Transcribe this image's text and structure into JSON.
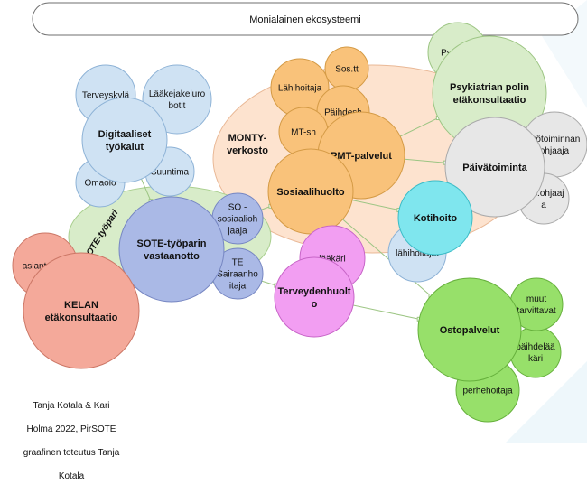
{
  "diagram": {
    "header": "Monialainen ekosysteemi",
    "groups": {
      "monty": {
        "label": [
          "MONTY-",
          "verkosto"
        ],
        "fill": "#fde3cf",
        "stroke": "#e9b896"
      },
      "sote_tyopari": {
        "label": "SOTE-työpari",
        "fill": "#d8ecc9",
        "stroke": "#a9cf8e"
      }
    },
    "nodes": {
      "terveyskyla": {
        "lines": [
          "Terveyskylä"
        ],
        "fill": "#cfe2f3"
      },
      "laakejakelurobotit": {
        "lines": [
          "Lääkejakeluro",
          "botit"
        ],
        "fill": "#cfe2f3"
      },
      "digitaaliset": {
        "lines": [
          "Digitaaliset",
          "työkalut"
        ],
        "fill": "#cfe2f3",
        "bold": true
      },
      "omaolo": {
        "lines": [
          "Omaolo"
        ],
        "fill": "#cfe2f3"
      },
      "suuntima": {
        "lines": [
          "Suuntima"
        ],
        "fill": "#cfe2f3"
      },
      "lahihoitaja": {
        "lines": [
          "Lähihoitaja"
        ],
        "fill": "#f9c27a"
      },
      "sos_tt": {
        "lines": [
          "Sos.tt"
        ],
        "fill": "#f9c27a"
      },
      "paihdesh": {
        "lines": [
          "Päihdesh"
        ],
        "fill": "#f9c27a"
      },
      "mt_sh": {
        "lines": [
          "MT-sh"
        ],
        "fill": "#f9c27a"
      },
      "pmt": {
        "lines": [
          "PMT-palvelut"
        ],
        "fill": "#f9c27a",
        "bold": true
      },
      "sosiaalihuolto": {
        "lines": [
          "Sosiaalihuolto"
        ],
        "fill": "#f9c27a",
        "bold": true
      },
      "psykiatri": {
        "lines": [
          "Psykiatri"
        ],
        "fill": "#d8ecc9"
      },
      "psyk_etakons": {
        "lines": [
          "Psykiatrian polin",
          "etäkonsultaatio"
        ],
        "fill": "#d8ecc9",
        "bold": true
      },
      "tyotoiminnan": {
        "lines": [
          "työtoiminnan",
          "ohjaaja"
        ],
        "fill": "#e7e7e7"
      },
      "paivatoiminta": {
        "lines": [
          "Päivätoiminta"
        ],
        "fill": "#e7e7e7",
        "bold": true
      },
      "sos_ohjaaja": {
        "lines": [
          "sos.ohjaaj",
          "a"
        ],
        "fill": "#e7e7e7"
      },
      "kotihoito": {
        "lines": [
          "Kotihoito"
        ],
        "fill": "#7fe6ee",
        "bold": true
      },
      "lahihoitajat": {
        "lines": [
          "lähihoitajat"
        ],
        "fill": "#cfe2f3"
      },
      "so_sosiaali": {
        "lines": [
          "SO -",
          "sosiaalioh",
          "jaaja"
        ],
        "fill": "#aab9e6"
      },
      "sote_vastaanotto": {
        "lines": [
          "SOTE-työparin",
          "vastaanotto"
        ],
        "fill": "#aab9e6",
        "bold": true
      },
      "te_sairaanhoitaja": {
        "lines": [
          "TE",
          "Sairaanho",
          "itaja"
        ],
        "fill": "#aab9e6"
      },
      "asiantuntija": {
        "lines": [
          "asiantuntija"
        ],
        "fill": "#f4a99a"
      },
      "kelan": {
        "lines": [
          "KELAN",
          "etäkonsultaatio"
        ],
        "fill": "#f4a99a",
        "bold": true
      },
      "laakari": {
        "lines": [
          "lääkäri"
        ],
        "fill": "#f29ef2"
      },
      "terveydenhuolto": {
        "lines": [
          "Terveydenhuolt",
          "o"
        ],
        "fill": "#f29ef2",
        "bold": true
      },
      "ostopalvelut": {
        "lines": [
          "Ostopalvelut"
        ],
        "fill": "#97e06a",
        "bold": true
      },
      "muut_tarvittavat": {
        "lines": [
          "muut",
          "tarvittavat"
        ],
        "fill": "#97e06a"
      },
      "paihdelaakari": {
        "lines": [
          "päihdelää",
          "käri"
        ],
        "fill": "#97e06a"
      },
      "perhehoitaja": {
        "lines": [
          "perhehoitaja"
        ],
        "fill": "#97e06a"
      }
    },
    "credit": [
      "Tanja Kotala & Kari",
      "Holma 2022, PirSOTE",
      "graafinen toteutus Tanja",
      "Kotala"
    ]
  }
}
